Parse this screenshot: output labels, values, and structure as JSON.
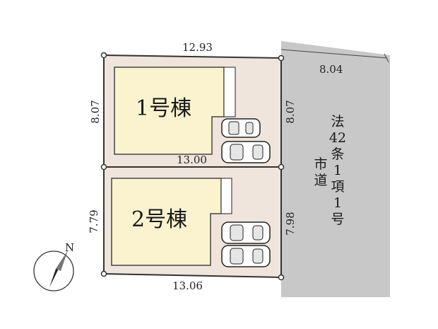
{
  "colors": {
    "lot_fill": "#efe5dc",
    "building_fill": "#fbf3cf",
    "road_fill": "#c8c8c8",
    "boundary": "#333333"
  },
  "lots": [
    {
      "building_label": "1号棟"
    },
    {
      "building_label": "2号棟"
    }
  ],
  "dimensions": {
    "top": "12.93",
    "middle": "13.00",
    "bottom": "13.06",
    "lot1_left": "8.07",
    "lot1_right": "8.07",
    "lot2_left": "7.79",
    "lot2_right": "7.98",
    "road_width": "8.04"
  },
  "road": {
    "type_chars": [
      "法",
      "42",
      "条",
      "1",
      "項",
      "1",
      "号"
    ],
    "name_chars": [
      "市",
      "道"
    ]
  },
  "compass": {
    "label": "N",
    "icon": "north-arrow-icon"
  }
}
